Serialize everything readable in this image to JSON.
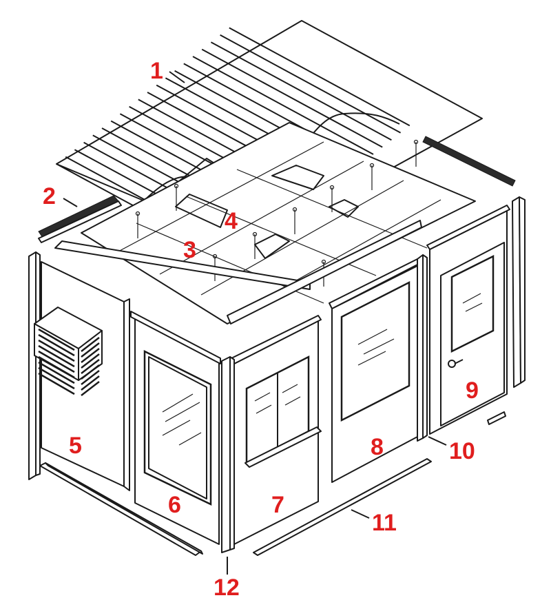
{
  "diagram": {
    "callouts": [
      {
        "id": "roof-panels",
        "text": "1"
      },
      {
        "id": "roof-edge-trim",
        "text": "2"
      },
      {
        "id": "ceiling-insulation",
        "text": "3"
      },
      {
        "id": "ceiling-grid",
        "text": "4"
      },
      {
        "id": "wall-panel-hvac",
        "text": "5"
      },
      {
        "id": "wall-panel-window",
        "text": "6"
      },
      {
        "id": "wall-panel-sliding-window",
        "text": "7"
      },
      {
        "id": "wall-panel-large-window",
        "text": "8"
      },
      {
        "id": "wall-panel-door",
        "text": "9"
      },
      {
        "id": "corner-post",
        "text": "10"
      },
      {
        "id": "base-channel",
        "text": "11"
      },
      {
        "id": "panel-connector",
        "text": "12"
      }
    ],
    "label_color": "#e01e1e",
    "line_color": "#1a1a1a"
  }
}
